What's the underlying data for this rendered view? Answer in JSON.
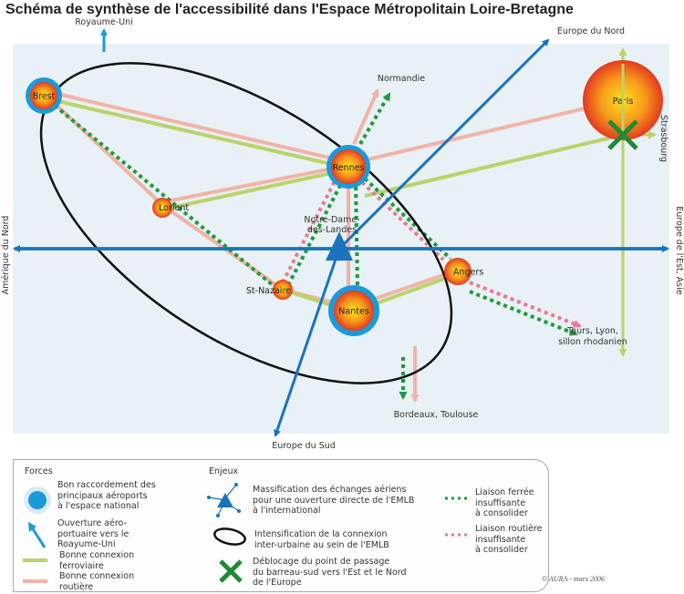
{
  "title": "Schéma de synthèse de l'accessibilité dans l'Espace Métropolitain Loire-Bretagne",
  "colors": {
    "map_background": "#e8f1f5",
    "rail_good": "#b9d36a",
    "road_good": "#f1b3a8",
    "rail_insufficient": "#1e9a3a",
    "road_insufficient": "#e87a93",
    "airport_blue": "#1a9ad9",
    "axis_blue": "#1a73bc",
    "ellipse": "#111111",
    "cross_green": "#1e8a34"
  },
  "cities": [
    {
      "name": "Brest",
      "airport": true
    },
    {
      "name": "Lorient",
      "airport": false
    },
    {
      "name": "Rennes",
      "airport": true
    },
    {
      "name": "St-Nazaire",
      "airport": false
    },
    {
      "name": "Nantes",
      "airport": true
    },
    {
      "name": "Angers",
      "airport": false
    },
    {
      "name": "Paris",
      "airport": false
    }
  ],
  "airport_project": "Notre-Dame-\ndes-Landes",
  "airport_project_lines": [
    "Notre-Dame-",
    "des-Landes"
  ],
  "destinations": {
    "royaume_uni": "Royaume-Uni",
    "normandie": "Normandie",
    "europe_nord": "Europe du Nord",
    "strasbourg": "Strasbourg",
    "amerique_nord": "Amérique du Nord",
    "europe_est_asie": "Europe de l'Est, Asie",
    "tours_lyon_1": "Tours, Lyon,",
    "tours_lyon_2": "sillon rhodanien",
    "bordeaux_toulouse": "Bordeaux, Toulouse",
    "europe_sud": "Europe du Sud"
  },
  "legend": {
    "forces_title": "Forces",
    "enjeux_title": "Enjeux",
    "forces": [
      {
        "icon": "airport-circle-icon",
        "lines": [
          "Bon raccordement des",
          "principaux aéroports",
          "à l'espace national"
        ]
      },
      {
        "icon": "arrow-up-left-icon",
        "lines": [
          "Ouverture aéro-",
          "portuaire vers le",
          "Roayume-Uni"
        ]
      },
      {
        "icon": "rail-line-icon",
        "lines": [
          "Bonne connexion",
          "ferroviaire"
        ]
      },
      {
        "icon": "road-line-icon",
        "lines": [
          "Bonne connexion",
          "routière"
        ]
      }
    ],
    "enjeux": [
      {
        "icon": "triangle-arrows-icon",
        "lines": [
          "Massification des échanges aériens",
          "pour une ouverture directe de l'EMLB",
          "à l'international"
        ]
      },
      {
        "icon": "ellipse-icon",
        "lines": [
          "Intensification de la connexion",
          "inter-urbaine au sein de l'EMLB"
        ]
      },
      {
        "icon": "green-cross-icon",
        "lines": [
          "Déblocage du point de passage",
          "du barreau-sud vers l'Est et le Nord",
          "de l'Europe"
        ]
      }
    ],
    "insufficient": [
      {
        "icon": "dotted-green-icon",
        "lines": [
          "Liaison ferrée insuffisante",
          "à consolider"
        ]
      },
      {
        "icon": "dotted-pink-icon",
        "lines": [
          "Liaison routière insuffisante",
          "à consolider"
        ]
      }
    ],
    "credit": "© AURA - mars 2006"
  }
}
